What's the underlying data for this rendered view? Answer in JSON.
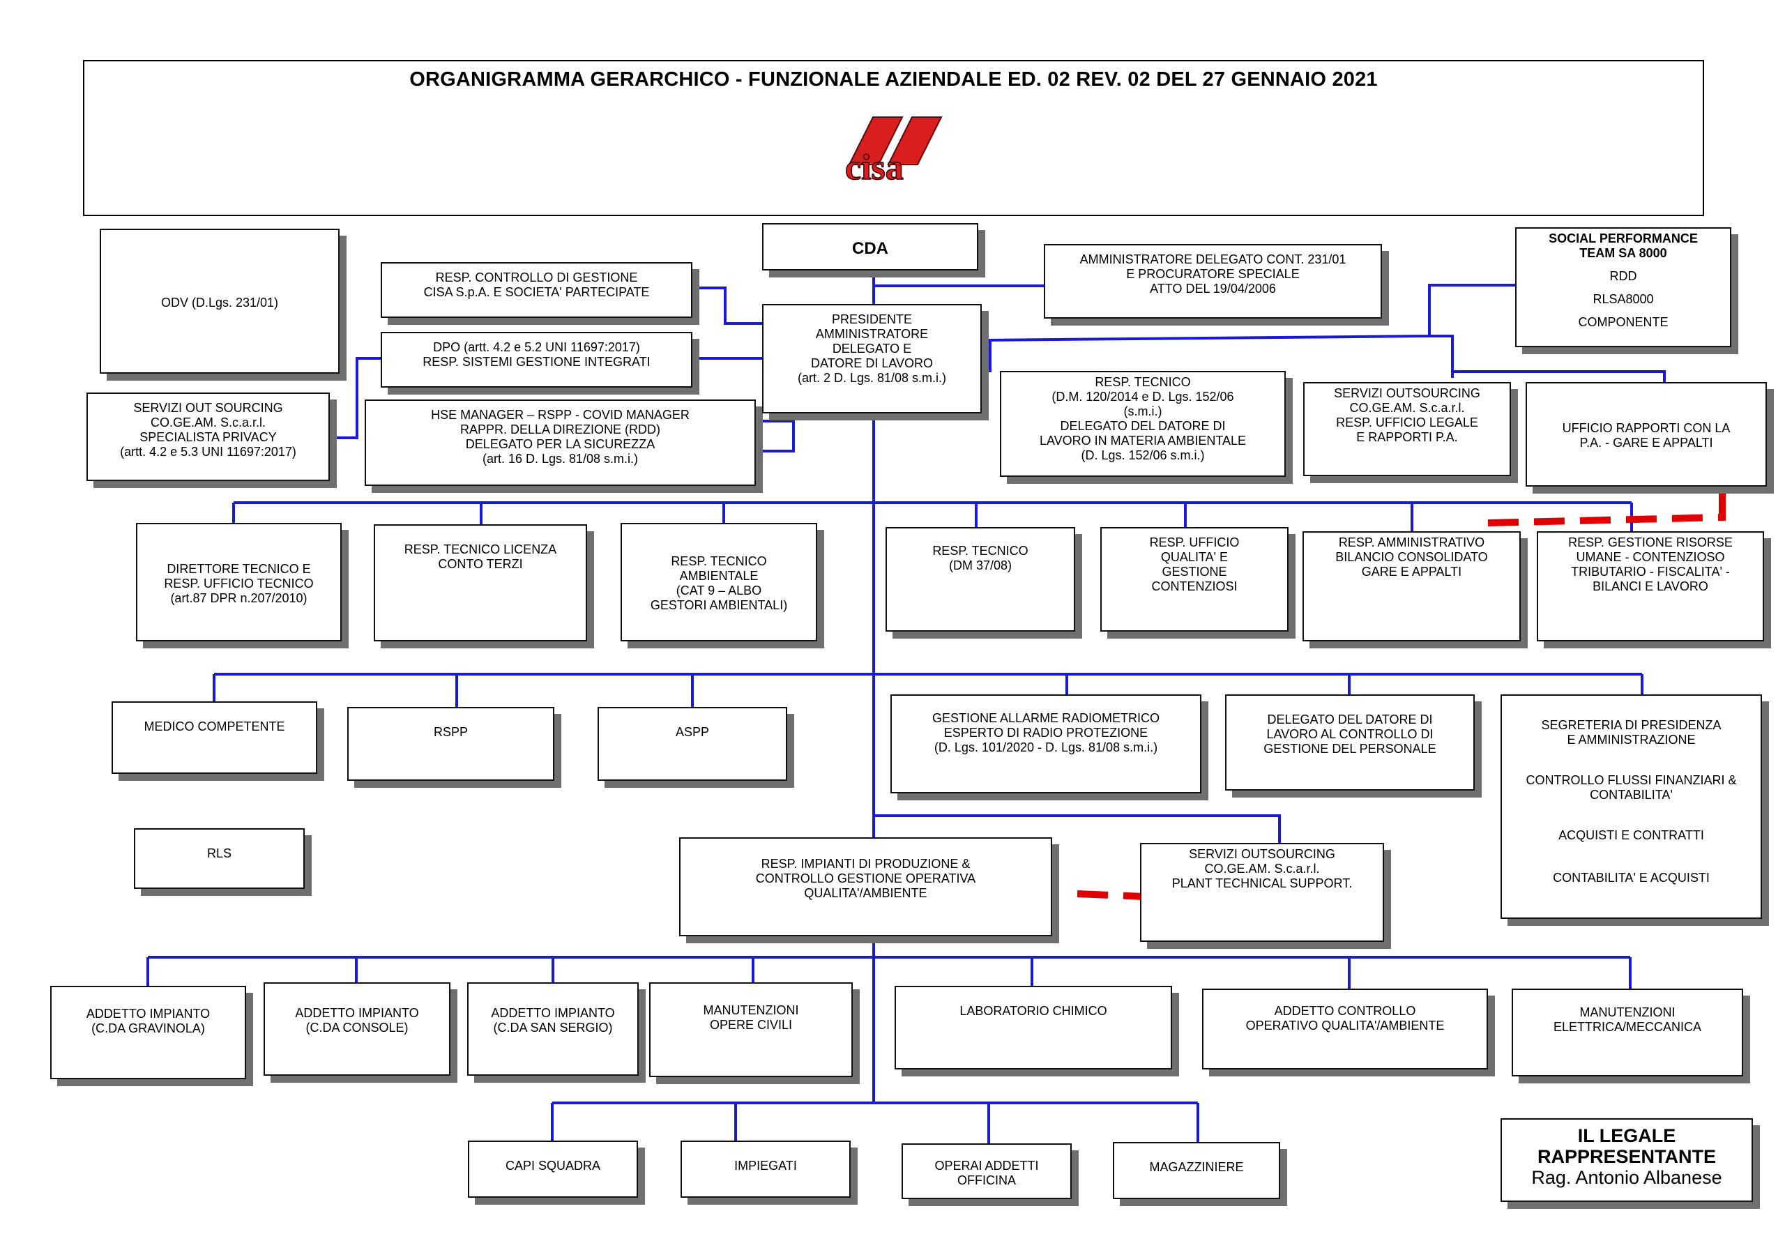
{
  "header": {
    "title": "ORGANIGRAMMA GERARCHICO - FUNZIONALE AZIENDALE ED. 02 REV. 02 DEL 27 GENNAIO 2021",
    "logo_text": "cisa"
  },
  "colors": {
    "connector": "#1a1ad6",
    "dashed": "#e00000",
    "logo": "#d81e1e",
    "shadow": "#6f6f6f"
  },
  "nodes": {
    "odv": [
      "ODV  (D.Lgs. 231/01)"
    ],
    "cda": [
      "CDA"
    ],
    "resp_controllo": [
      "RESP. CONTROLLO DI GESTIONE",
      "CISA S.p.A. E SOCIETA' PARTECIPATE"
    ],
    "dpo": [
      "DPO (artt. 4.2 e 5.2 UNI 11697:2017)",
      "RESP. SISTEMI GESTIONE INTEGRATI"
    ],
    "servizi_privacy": [
      "SERVIZI OUT SOURCING",
      "CO.GE.AM. S.c.a.r.l.",
      "SPECIALISTA PRIVACY",
      "(artt. 4.2 e 5.3 UNI 11697:2017)"
    ],
    "hse": [
      "HSE MANAGER – RSPP - COVID MANAGER",
      "RAPPR. DELLA DIREZIONE (RDD)",
      "DELEGATO PER LA SICUREZZA",
      "(art. 16 D. Lgs. 81/08 s.m.i.)"
    ],
    "presidente": [
      "PRESIDENTE",
      "AMMINISTRATORE",
      "DELEGATO E",
      "DATORE DI LAVORO",
      "(art. 2 D. Lgs. 81/08 s.m.i.)"
    ],
    "amm_delegato": [
      "AMMINISTRATORE DELEGATO CONT. 231/01",
      "E PROCURATORE  SPECIALE",
      "ATTO DEL 19/04/2006"
    ],
    "social": [
      "SOCIAL PERFORMANCE",
      "TEAM SA 8000",
      "RDD",
      "RLSA8000",
      "COMPONENTE"
    ],
    "resp_tecnico_amb": [
      "RESP. TECNICO",
      "(D.M. 120/2014 e D. Lgs. 152/06",
      "(s.m.i.)",
      "DELEGATO DEL DATORE DI",
      "LAVORO IN MATERIA AMBIENTALE",
      "(D. Lgs. 152/06 s.m.i.)"
    ],
    "servizi_legale": [
      "SERVIZI OUTSOURCING",
      "CO.GE.AM. S.c.a.r.l.",
      "RESP. UFFICIO LEGALE",
      "E RAPPORTI P.A."
    ],
    "ufficio_rapporti": [
      "UFFICIO RAPPORTI CON LA",
      "P.A. - GARE E APPALTI"
    ],
    "direttore_tecnico": [
      "DIRETTORE TECNICO E",
      "RESP. UFFICIO TECNICO",
      "(art.87 DPR n.207/2010)"
    ],
    "resp_licenza": [
      "RESP. TECNICO LICENZA",
      "CONTO TERZI"
    ],
    "resp_ambientale": [
      "RESP. TECNICO",
      "AMBIENTALE",
      "(CAT 9 – ALBO",
      "GESTORI AMBIENTALI)"
    ],
    "resp_dm37": [
      "RESP. TECNICO",
      "(DM 37/08)"
    ],
    "resp_qualita": [
      "RESP. UFFICIO",
      "QUALITA' E",
      "GESTIONE",
      "CONTENZIOSI"
    ],
    "resp_amministrativo": [
      "RESP. AMMINISTRATIVO",
      "BILANCIO CONSOLIDATO",
      "GARE E APPALTI"
    ],
    "resp_risorse": [
      "RESP. GESTIONE RISORSE",
      "UMANE - CONTENZIOSO",
      "TRIBUTARIO - FISCALITA' -",
      "BILANCI  E LAVORO"
    ],
    "medico": [
      "MEDICO COMPETENTE"
    ],
    "rspp": [
      "RSPP"
    ],
    "aspp": [
      "ASPP"
    ],
    "allarme": [
      "GESTIONE ALLARME RADIOMETRICO",
      "ESPERTO DI RADIO PROTEZIONE",
      "(D. Lgs. 101/2020 - D. Lgs. 81/08 s.m.i.)"
    ],
    "delegato_personale": [
      "DELEGATO DEL DATORE DI",
      "LAVORO AL CONTROLLO DI",
      "GESTIONE DEL PERSONALE"
    ],
    "segreteria": [
      "SEGRETERIA DI PRESIDENZA",
      "E AMMINISTRAZIONE",
      "CONTROLLO FLUSSI FINANZIARI &",
      "CONTABILITA'",
      "ACQUISTI E CONTRATTI",
      "CONTABILITA' E ACQUISTI"
    ],
    "rls": [
      "RLS"
    ],
    "resp_impianti": [
      "RESP. IMPIANTI DI PRODUZIONE &",
      "CONTROLLO GESTIONE OPERATIVA",
      "QUALITA'/AMBIENTE"
    ],
    "servizi_plant": [
      "SERVIZI OUTSOURCING",
      "CO.GE.AM. S.c.a.r.l.",
      "PLANT TECHNICAL SUPPORT."
    ],
    "addetto_gravinola": [
      "ADDETTO IMPIANTO",
      "(C.DA GRAVINOLA)"
    ],
    "addetto_console": [
      "ADDETTO IMPIANTO",
      "(C.DA CONSOLE)"
    ],
    "addetto_sergio": [
      "ADDETTO IMPIANTO",
      "(C.DA SAN SERGIO)"
    ],
    "manutenzioni_civili": [
      "MANUTENZIONI",
      "OPERE CIVILI"
    ],
    "laboratorio": [
      "LABORATORIO CHIMICO"
    ],
    "addetto_controllo": [
      "ADDETTO CONTROLLO",
      "OPERATIVO QUALITA'/AMBIENTE"
    ],
    "manutenzioni_elettriche": [
      "MANUTENZIONI",
      "ELETTRICA/MECCANICA"
    ],
    "capi_squadra": [
      "CAPI SQUADRA"
    ],
    "impiegati": [
      "IMPIEGATI"
    ],
    "operai": [
      "OPERAI ADDETTI",
      "OFFICINA"
    ],
    "magazziniere": [
      "MAGAZZINIERE"
    ],
    "legale": [
      "IL LEGALE",
      "RAPPRESENTANTE",
      "Rag. Antonio Albanese"
    ]
  }
}
